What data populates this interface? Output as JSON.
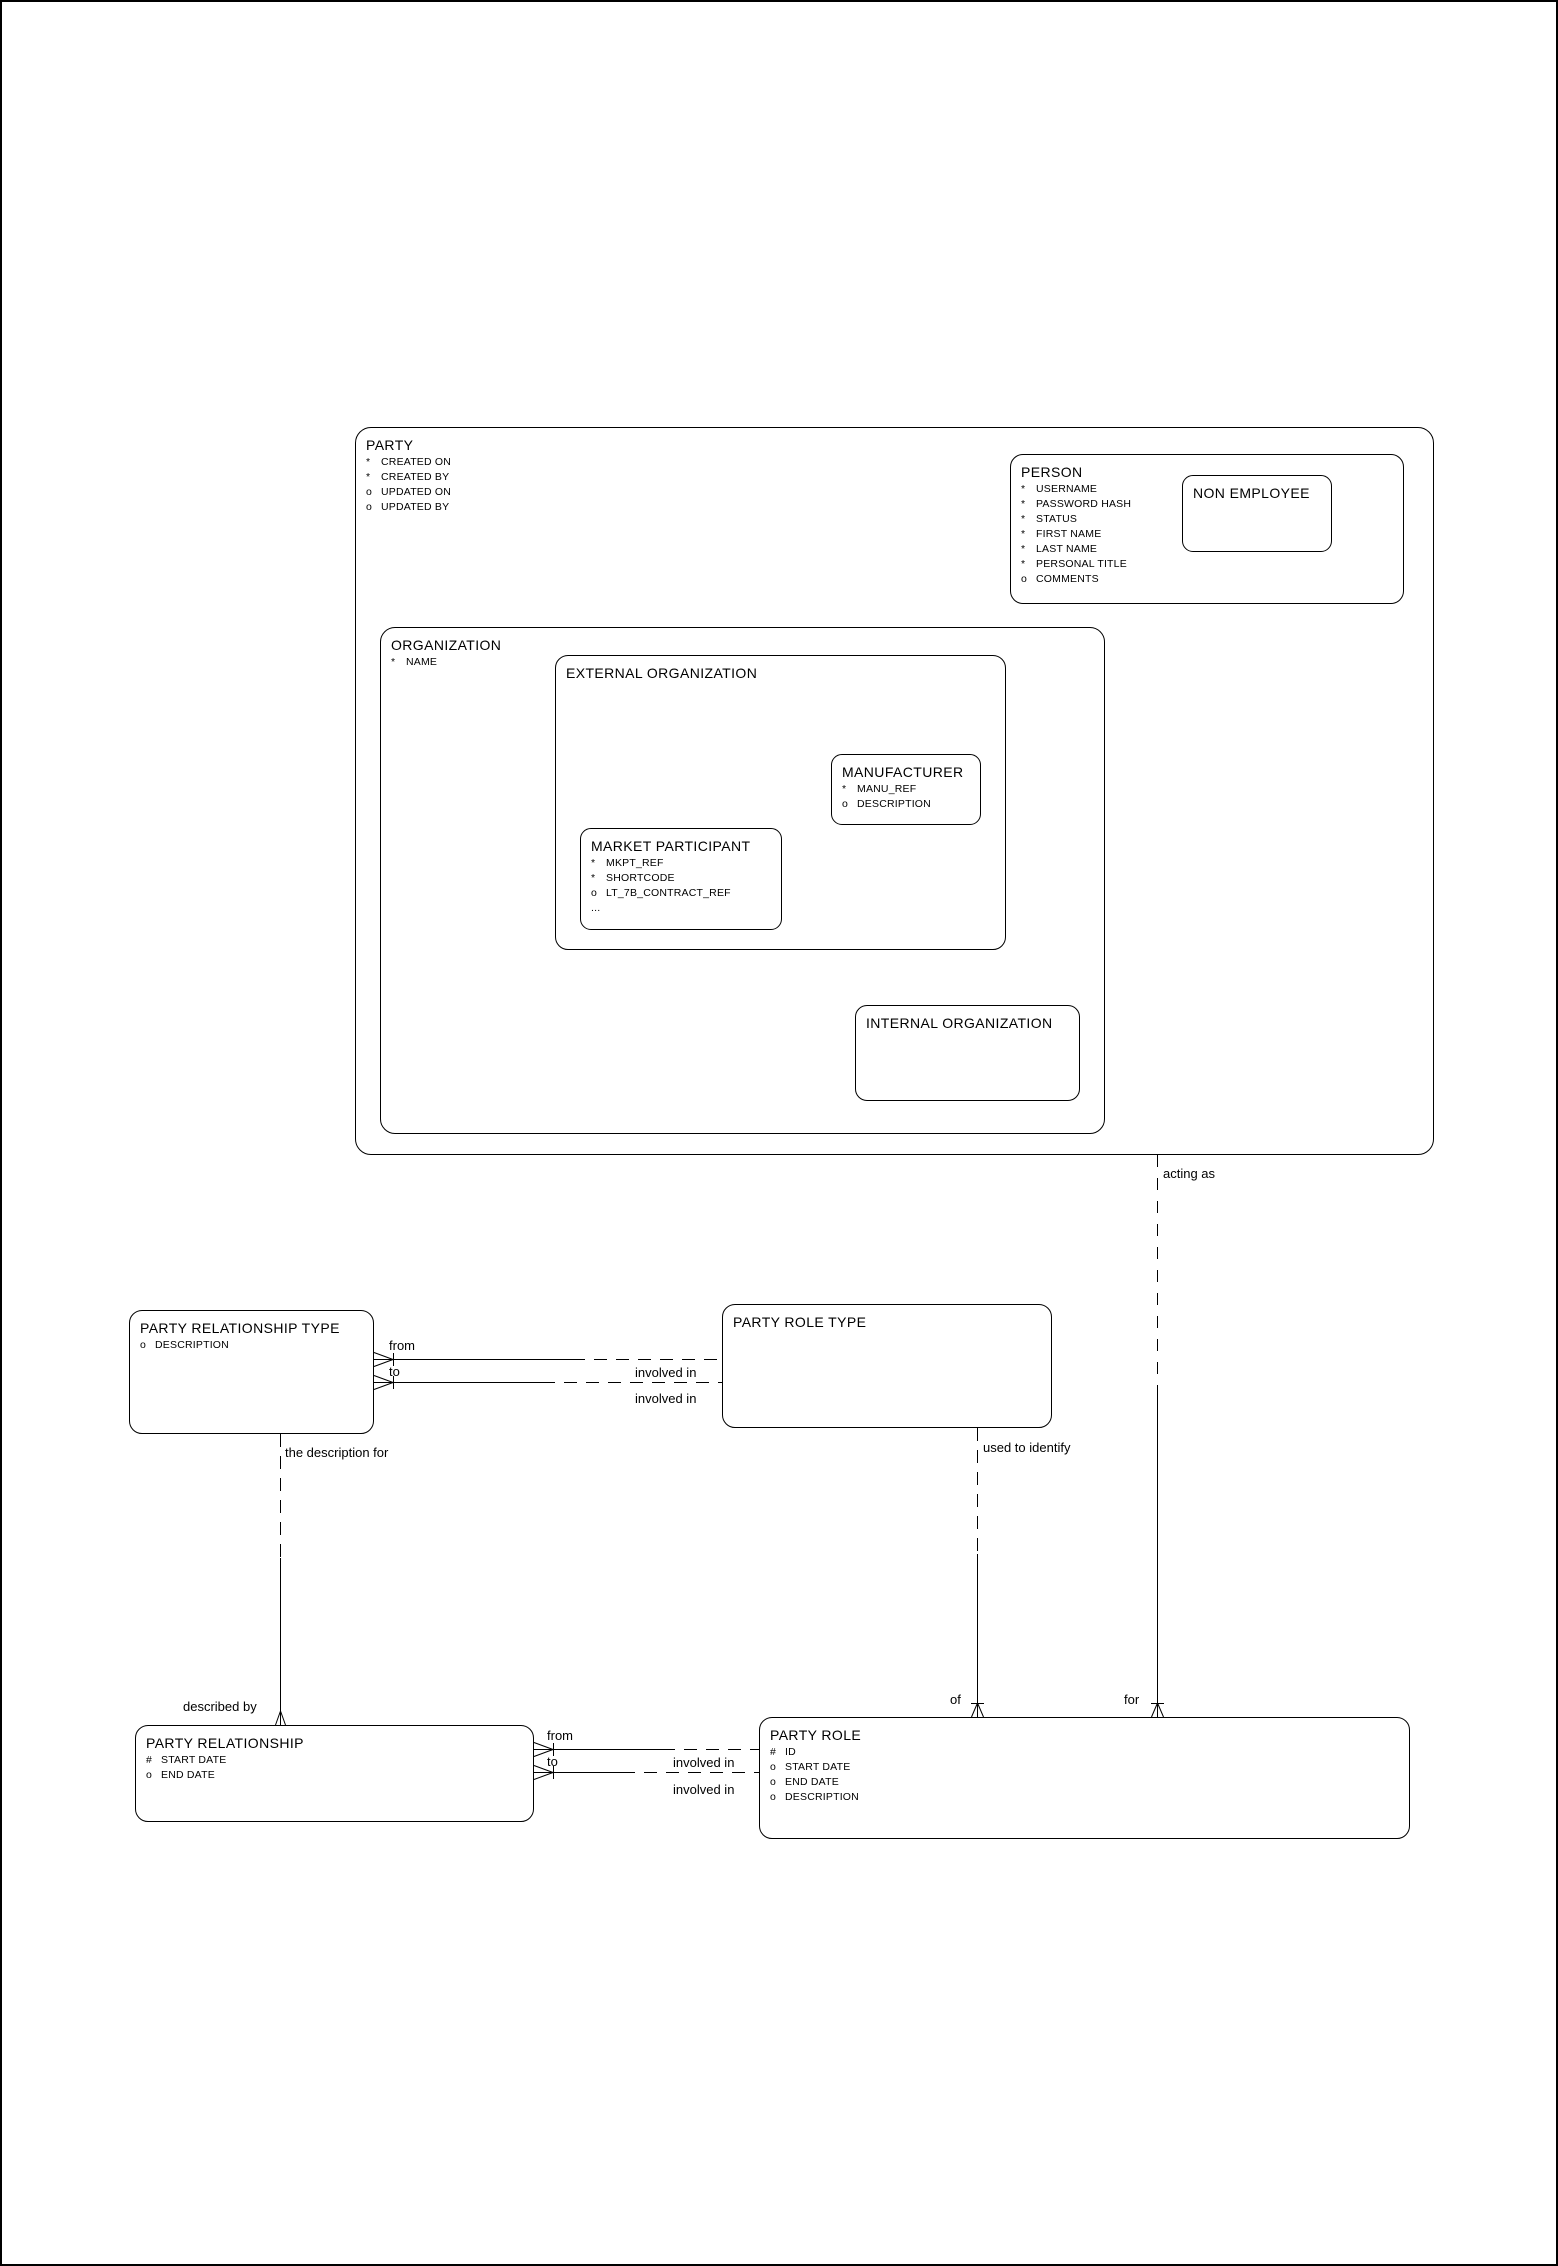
{
  "entities": {
    "party": {
      "title": "PARTY",
      "attributes": [
        {
          "b": "*",
          "n": "CREATED ON"
        },
        {
          "b": "*",
          "n": "CREATED BY"
        },
        {
          "b": "o",
          "n": "UPDATED ON"
        },
        {
          "b": "o",
          "n": "UPDATED BY"
        }
      ]
    },
    "person": {
      "title": "PERSON",
      "attributes": [
        {
          "b": "*",
          "n": "USERNAME"
        },
        {
          "b": "*",
          "n": "PASSWORD HASH"
        },
        {
          "b": "*",
          "n": "STATUS"
        },
        {
          "b": "*",
          "n": "FIRST NAME"
        },
        {
          "b": "*",
          "n": "LAST NAME"
        },
        {
          "b": "*",
          "n": "PERSONAL TITLE"
        },
        {
          "b": "o",
          "n": "COMMENTS"
        }
      ]
    },
    "non_employee": {
      "title": "NON EMPLOYEE"
    },
    "organization": {
      "title": "ORGANIZATION",
      "attributes": [
        {
          "b": "*",
          "n": "NAME"
        }
      ]
    },
    "external_organization": {
      "title": "EXTERNAL ORGANIZATION"
    },
    "manufacturer": {
      "title": "MANUFACTURER",
      "attributes": [
        {
          "b": "*",
          "n": "MANU_REF"
        },
        {
          "b": "o",
          "n": "DESCRIPTION"
        }
      ]
    },
    "market_participant": {
      "title": "MARKET PARTICIPANT",
      "attributes": [
        {
          "b": "*",
          "n": "MKPT_REF"
        },
        {
          "b": "*",
          "n": "SHORTCODE"
        },
        {
          "b": "o",
          "n": "LT_7B_CONTRACT_REF"
        },
        {
          "b": "...",
          "n": ""
        }
      ]
    },
    "internal_organization": {
      "title": "INTERNAL ORGANIZATION"
    },
    "party_relationship_type": {
      "title": "PARTY RELATIONSHIP TYPE",
      "attributes": [
        {
          "b": "o",
          "n": "DESCRIPTION"
        }
      ]
    },
    "party_role_type": {
      "title": "PARTY ROLE TYPE"
    },
    "party_relationship": {
      "title": "PARTY RELATIONSHIP",
      "attributes": [
        {
          "b": "#",
          "n": "START DATE"
        },
        {
          "b": "o",
          "n": "END DATE"
        }
      ]
    },
    "party_role": {
      "title": "PARTY ROLE",
      "attributes": [
        {
          "b": "#",
          "n": "ID"
        },
        {
          "b": "o",
          "n": "START DATE"
        },
        {
          "b": "o",
          "n": "END DATE"
        },
        {
          "b": "o",
          "n": "DESCRIPTION"
        }
      ]
    }
  },
  "labels": {
    "acting_as": "acting as",
    "used_to_identify": "used to identify",
    "the_description_for": "the description for",
    "described_by": "described by",
    "of": "of",
    "for": "for",
    "prt_from": "from",
    "prt_to": "to",
    "prt_involved_in_from": "involved in",
    "prt_involved_in_to": "involved in",
    "pr_from": "from",
    "pr_to": "to",
    "pr_involved_in_from": "involved in",
    "pr_involved_in_to": "involved in"
  },
  "colors": {
    "line": "#000000",
    "background": "#ffffff"
  }
}
